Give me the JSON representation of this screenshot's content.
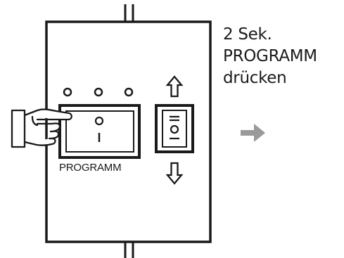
{
  "instruction": {
    "line1": "2 Sek.",
    "line2": "PROGRAMM",
    "line3": "drücken"
  },
  "program_button": {
    "label": "PROGRAMM",
    "symbol_top": "O",
    "symbol_bottom": "I"
  },
  "icons": {
    "finger": "pointing-hand-icon",
    "up_arrow": "arrow-up-outline-icon",
    "down_arrow": "arrow-down-outline-icon",
    "next": "arrow-right-icon",
    "indicators": "indicator-dots"
  },
  "colors": {
    "stroke": "#1a1a1a",
    "next_arrow": "#9a9a9a",
    "background": "#ffffff"
  }
}
